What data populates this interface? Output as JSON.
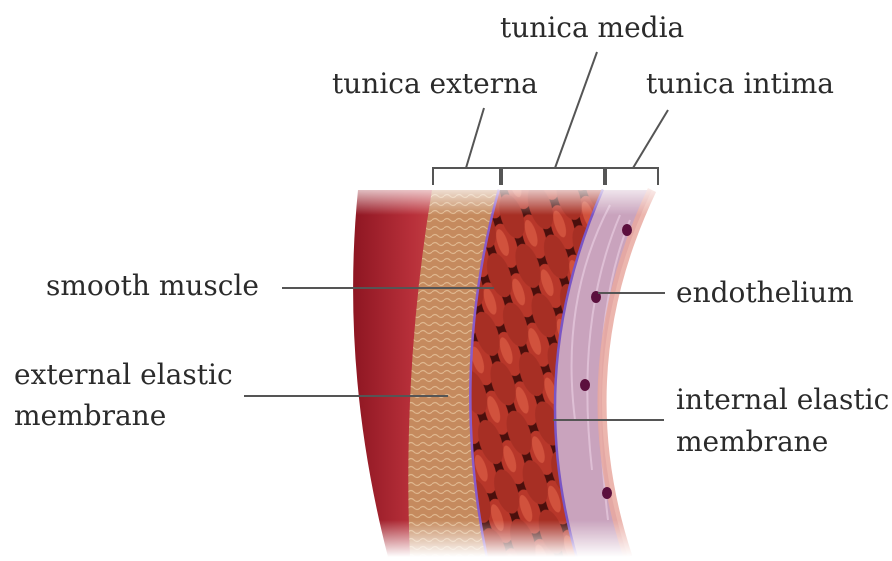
{
  "labels": {
    "tunica_media": "tunica media",
    "tunica_externa": "tunica externa",
    "tunica_intima": "tunica intima",
    "smooth_muscle": "smooth muscle",
    "endothelium": "endothelium",
    "external_elastic": [
      "external elastic",
      "membrane"
    ],
    "internal_elastic": [
      "internal elastic",
      "membrane"
    ]
  },
  "colors": {
    "outer_wall": "#a3202c",
    "externa": "#c58a5e",
    "elastic": "#8a5cc8",
    "muscle": "#b8372a",
    "muscle_dark": "#4a0f0c",
    "intima": "#c9a3bd",
    "endothelial_nucleus": "#5b0f3d",
    "leader": "#555555"
  }
}
